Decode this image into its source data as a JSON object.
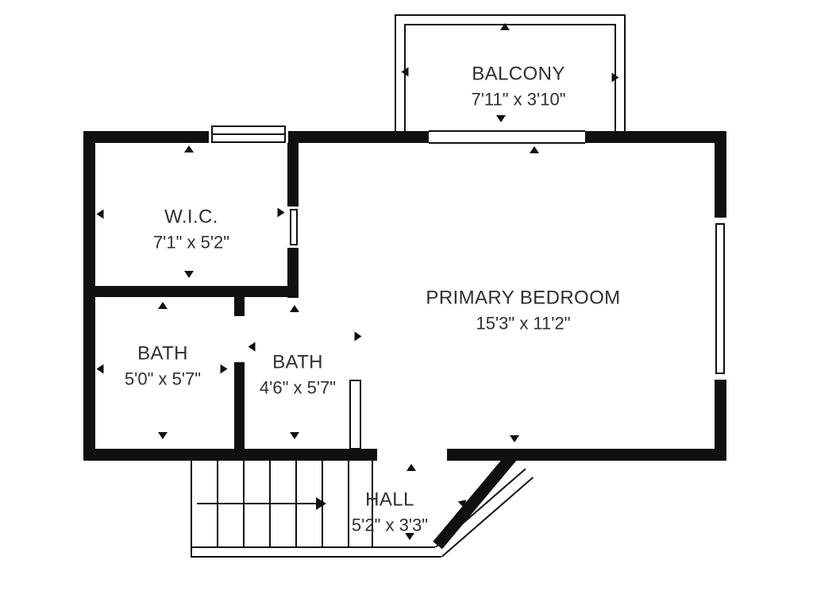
{
  "plan": {
    "kind": "floor-plan"
  },
  "rooms": [
    {
      "name": "BALCONY",
      "dims": "7'11\" x 3'10\""
    },
    {
      "name": "W.I.C.",
      "dims": "7'1\" x 5'2\""
    },
    {
      "name": "PRIMARY BEDROOM",
      "dims": "15'3\" x 11'2\""
    },
    {
      "name": "BATH",
      "dims": "5'0\" x 5'7\""
    },
    {
      "name": "BATH",
      "dims": "4'6\" x 5'7\""
    },
    {
      "name": "HALL",
      "dims": "5'2\" x 3'3\""
    }
  ],
  "colors": {
    "wall": "#101010",
    "text": "#2f2f2f",
    "background": "#ffffff"
  }
}
